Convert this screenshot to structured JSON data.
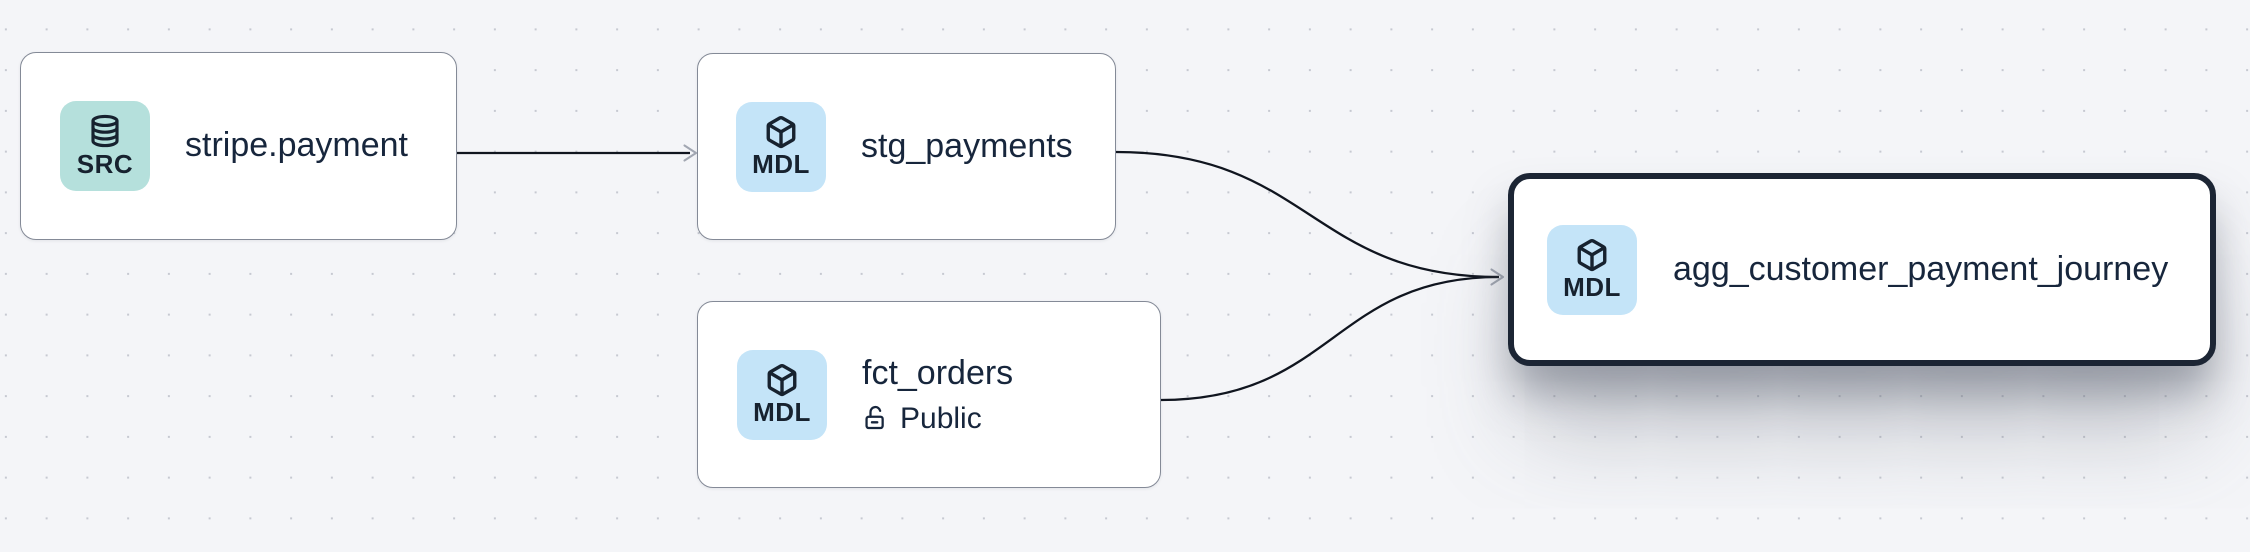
{
  "canvas": {
    "background_color": "#f4f5f8",
    "dot_color": "#c6c9d1"
  },
  "nodes": [
    {
      "title": "stripe.payment",
      "badge": "SRC",
      "type": "source",
      "icon": "database-icon",
      "icon_bg": "#b5e0dc",
      "selected": false
    },
    {
      "title": "stg_payments",
      "badge": "MDL",
      "type": "model",
      "icon": "box-icon",
      "icon_bg": "#c4e4f8",
      "selected": false
    },
    {
      "title": "fct_orders",
      "badge": "MDL",
      "type": "model",
      "icon": "box-icon",
      "icon_bg": "#c4e4f8",
      "access": "Public",
      "selected": false
    },
    {
      "title": "agg_customer_payment_journey",
      "badge": "MDL",
      "type": "model",
      "icon": "box-icon",
      "icon_bg": "#c4e4f8",
      "selected": true
    }
  ],
  "edges": [
    {
      "from": "stripe.payment",
      "to": "stg_payments"
    },
    {
      "from": "stg_payments",
      "to": "agg_customer_payment_journey"
    },
    {
      "from": "fct_orders",
      "to": "agg_customer_payment_journey"
    }
  ],
  "colors": {
    "node_border": "#848a97",
    "selected_node_border": "#1c2534",
    "edge_line": "#10151f",
    "edge_arrowhead": "#a2a7b2",
    "text": "#17263c"
  }
}
